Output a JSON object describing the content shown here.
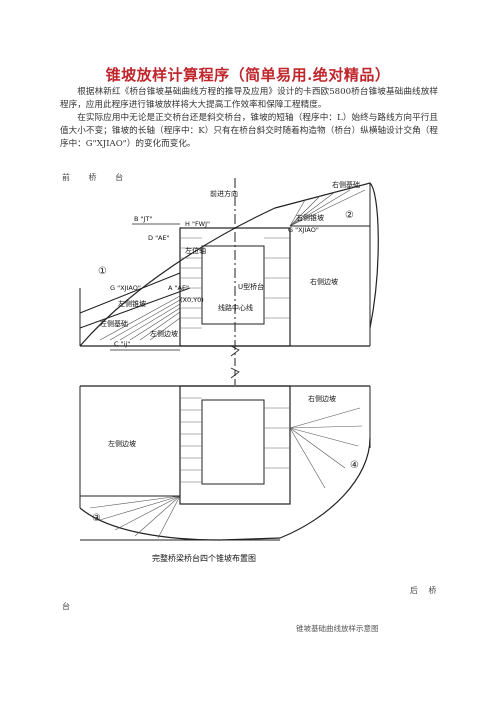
{
  "title": "锥坡放样计算程序（简单易用.绝对精品）",
  "paragraphs": [
    "根据林新红《桥台锥坡基础曲线方程的推导及应用》设计的卡西欧5800桥台锥坡基础曲线放样程序，应用此程序进行锥坡放样将大大提高工作效率和保障工程精度。",
    "在实际应用中无论是正交桥台还是斜交桥台，锥坡的短轴（程序中：L）始终与路线方向平行且值大小不变；锥坡的长轴（程序中：K）只有在桥台斜交时随着构造物（桥台）纵横轴设计交角（程序中：G\"XJIAO\"）的变化而变化。"
  ],
  "labels": {
    "front_abutment": "前 桥 台",
    "back_abutment_1": "后 桥",
    "back_abutment_2": "台",
    "caption": "锥坡基础曲线放样示意图"
  },
  "figure": {
    "right_foundation": "右侧基础",
    "right_cone": "右侧锥坡",
    "right_slope_top": "右侧边坡",
    "right_slope_bottom": "右侧边坡",
    "left_foundation": "左侧基础",
    "left_cone": "左侧锥坡",
    "left_slope_top": "左侧边坡",
    "left_slope_bottom": "左侧边坡",
    "advance_dir": "前进方向",
    "abutment_type": "U型桥台",
    "left_axis": "左位轴",
    "route_center": "线路中心线",
    "circle_1": "①",
    "circle_2": "②",
    "circle_3": "③",
    "circle_4": "④",
    "b_label": "B \"JT\"",
    "d_label": "D \"AE\"",
    "h_label": "H \"FWJ\"",
    "g_left": "G \"XJIAO\"",
    "a_label": "A \"AE\"",
    "xy_label": "(X0,Y0)",
    "g_right": "G \"XJIAO\"",
    "c_label": "C \"ij\"",
    "bottom_title": "完整桥梁桥台四个锥坡布置图"
  }
}
